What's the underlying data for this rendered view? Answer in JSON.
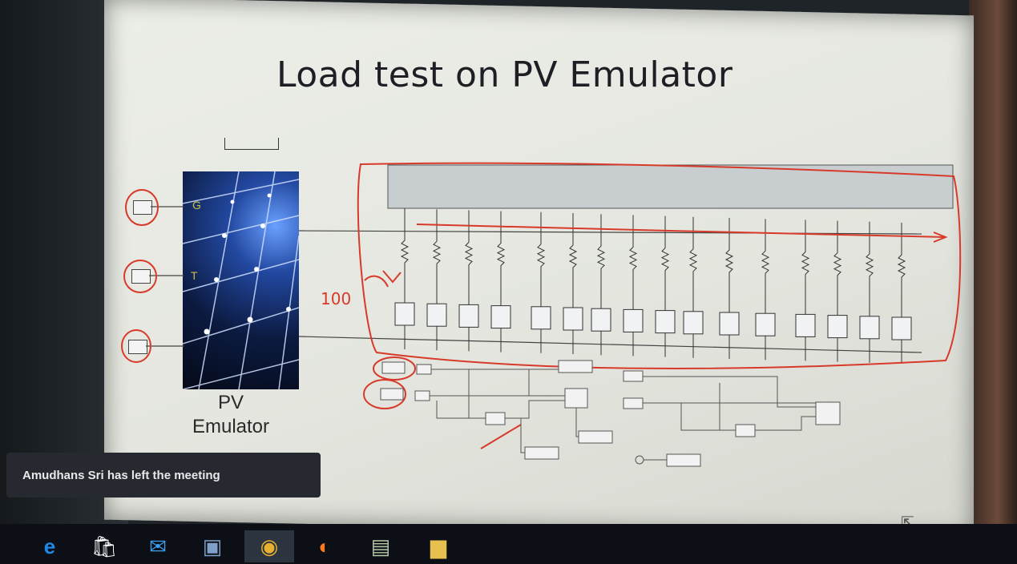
{
  "slide": {
    "title": "Load test on PV Emulator",
    "pv_block_label_line1": "PV",
    "pv_block_label_line2": "Emulator",
    "pv_ports": [
      "G",
      "T"
    ],
    "annotation_value": "100"
  },
  "notification": {
    "text": "Amudhans Sri has left the meeting"
  },
  "taskbar": {
    "apps": [
      {
        "name": "edge-icon",
        "glyph": "e",
        "color": "#1e88e5"
      },
      {
        "name": "store-icon",
        "glyph": "🛍",
        "color": "#f4f4f4"
      },
      {
        "name": "mail-icon",
        "glyph": "✉",
        "color": "#3aa0f0"
      },
      {
        "name": "photos-icon",
        "glyph": "▣",
        "color": "#7fa0c8"
      },
      {
        "name": "chrome-icon",
        "glyph": "◉",
        "color": "#e8b030"
      },
      {
        "name": "firefox-icon",
        "glyph": "◐",
        "color": "#ff7a1a"
      },
      {
        "name": "notepad-icon",
        "glyph": "▤",
        "color": "#b8c8a8"
      },
      {
        "name": "folder-icon",
        "glyph": "▆",
        "color": "#e8c050"
      }
    ]
  },
  "colors": {
    "annotation": "#d83a2a",
    "toast_bg": "#262a30"
  }
}
